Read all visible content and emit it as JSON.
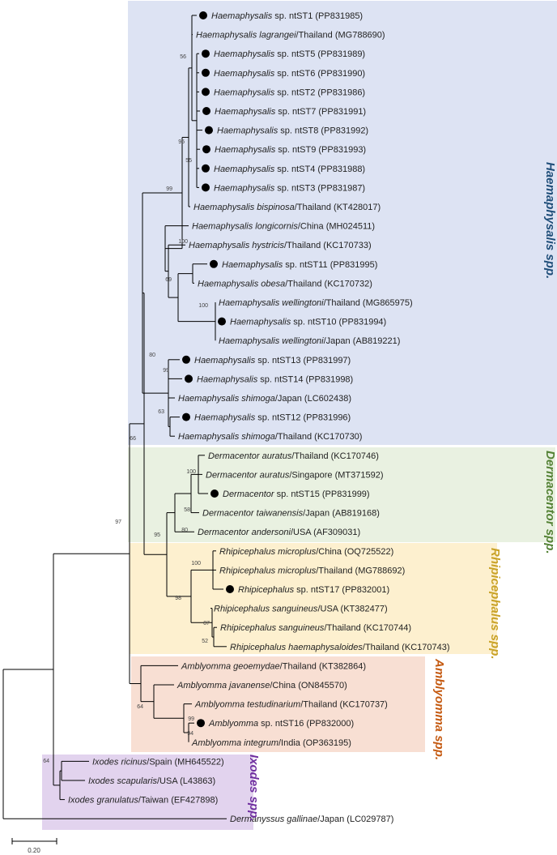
{
  "clades": [
    {
      "name": "Haemaphysalis",
      "suffix": " spp.",
      "color": "#1f4e79",
      "bg": "#dde3f3"
    },
    {
      "name": "Dermacentor",
      "suffix": " spp.",
      "color": "#548235",
      "bg": "#e9f1e1"
    },
    {
      "name": "Rhipicephalus",
      "suffix": " spp.",
      "color": "#c9a227",
      "bg": "#fdf0cf"
    },
    {
      "name": "Amblyomma",
      "suffix": " spp.",
      "color": "#c55a11",
      "bg": "#f8dfd3"
    },
    {
      "name": "Ixodes",
      "suffix": " spp.",
      "color": "#7030a0",
      "bg": "#e2d3ee"
    }
  ],
  "taxa": [
    {
      "g": "Haemaphysalis",
      "s": " sp.",
      "rest": " ntST1 (PP831985)",
      "dot": true
    },
    {
      "g": "Haemaphysalis lagrangei",
      "s": "",
      "rest": "/Thailand (MG788690)",
      "dot": false
    },
    {
      "g": "Haemaphysalis",
      "s": " sp.",
      "rest": " ntST5 (PP831989)",
      "dot": true
    },
    {
      "g": "Haemaphysalis",
      "s": " sp.",
      "rest": " ntST6 (PP831990)",
      "dot": true
    },
    {
      "g": "Haemaphysalis",
      "s": " sp.",
      "rest": " ntST2 (PP831986)",
      "dot": true
    },
    {
      "g": "Haemaphysalis",
      "s": " sp.",
      "rest": " ntST7 (PP831991)",
      "dot": true
    },
    {
      "g": "Haemaphysalis",
      "s": " sp.",
      "rest": " ntST8 (PP831992)",
      "dot": true
    },
    {
      "g": "Haemaphysalis",
      "s": " sp.",
      "rest": " ntST9 (PP831993)",
      "dot": true
    },
    {
      "g": "Haemaphysalis",
      "s": " sp.",
      "rest": " ntST4 (PP831988)",
      "dot": true
    },
    {
      "g": "Haemaphysalis",
      "s": " sp.",
      "rest": " ntST3 (PP831987)",
      "dot": true
    },
    {
      "g": "Haemaphysalis bispinosa",
      "s": "",
      "rest": "/Thailand (KT428017)",
      "dot": false
    },
    {
      "g": "Haemaphysalis longicornis",
      "s": "",
      "rest": "/China (MH024511)",
      "dot": false
    },
    {
      "g": "Haemaphysalis hystricis",
      "s": "",
      "rest": "/Thailand (KC170733)",
      "dot": false
    },
    {
      "g": "Haemaphysalis",
      "s": " sp.",
      "rest": " ntST11 (PP831995)",
      "dot": true
    },
    {
      "g": "Haemaphysalis obesa",
      "s": "",
      "rest": "/Thailand (KC170732)",
      "dot": false
    },
    {
      "g": "Haemaphysalis wellingtoni",
      "s": "",
      "rest": "/Thailand (MG865975)",
      "dot": false
    },
    {
      "g": "Haemaphysalis",
      "s": " sp.",
      "rest": " ntST10 (PP831994)",
      "dot": true
    },
    {
      "g": "Haemaphysalis wellingtoni",
      "s": "",
      "rest": "/Japan (AB819221)",
      "dot": false
    },
    {
      "g": "Haemaphysalis",
      "s": " sp.",
      "rest": " ntST13 (PP831997)",
      "dot": true
    },
    {
      "g": "Haemaphysalis",
      "s": " sp.",
      "rest": " ntST14 (PP831998)",
      "dot": true
    },
    {
      "g": "Haemaphysalis shimoga",
      "s": "",
      "rest": "/Japan (LC602438)",
      "dot": false
    },
    {
      "g": "Haemaphysalis",
      "s": " sp.",
      "rest": " ntST12 (PP831996)",
      "dot": true
    },
    {
      "g": "Haemaphysalis shimoga",
      "s": "",
      "rest": "/Thailand (KC170730)",
      "dot": false
    },
    {
      "g": "Dermacentor auratus",
      "s": "",
      "rest": "/Thailand (KC170746)",
      "dot": false
    },
    {
      "g": "Dermacentor auratus",
      "s": "",
      "rest": "/Singapore (MT371592)",
      "dot": false
    },
    {
      "g": "Dermacentor",
      "s": " sp.",
      "rest": " ntST15 (PP831999)",
      "dot": true
    },
    {
      "g": "Dermacentor taiwanensis",
      "s": "",
      "rest": "/Japan (AB819168)",
      "dot": false
    },
    {
      "g": "Dermacentor andersoni",
      "s": "",
      "rest": "/USA (AF309031)",
      "dot": false
    },
    {
      "g": "Rhipicephalus microplus",
      "s": "",
      "rest": "/China (OQ725522)",
      "dot": false
    },
    {
      "g": "Rhipicephalus microplus",
      "s": "",
      "rest": "/Thailand (MG788692)",
      "dot": false
    },
    {
      "g": "Rhipicephalus",
      "s": " sp.",
      "rest": " ntST17 (PP832001)",
      "dot": true
    },
    {
      "g": "Rhipicephalus sanguineus",
      "s": "",
      "rest": "/USA (KT382477)",
      "dot": false
    },
    {
      "g": "Rhipicephalus sanguineus",
      "s": "",
      "rest": "/Thailand (KC170744)",
      "dot": false
    },
    {
      "g": "Rhipicephalus haemaphysaloides",
      "s": "",
      "rest": "/Thailand (KC170743)",
      "dot": false
    },
    {
      "g": "Amblyomma geoemydae",
      "s": "",
      "rest": "/Thailand (KT382864)",
      "dot": false
    },
    {
      "g": "Amblyomma javanense",
      "s": "",
      "rest": "/China (ON845570)",
      "dot": false
    },
    {
      "g": "Amblyomma testudinarium",
      "s": "",
      "rest": "/Thailand (KC170737)",
      "dot": false
    },
    {
      "g": "Amblyomma",
      "s": " sp.",
      "rest": " ntST16 (PP832000)",
      "dot": true
    },
    {
      "g": "Amblyomma integrum",
      "s": "",
      "rest": "/India (OP363195)",
      "dot": false
    },
    {
      "g": "Ixodes ricinus",
      "s": "",
      "rest": "/Spain (MH645522)",
      "dot": false
    },
    {
      "g": "Ixodes scapularis",
      "s": "",
      "rest": "/USA (L43863)",
      "dot": false
    },
    {
      "g": "Ixodes granulatus",
      "s": "",
      "rest": "/Taiwan (EF427898)",
      "dot": false
    },
    {
      "g": "Dermanyssus gallinae",
      "s": "",
      "rest": "/Japan (LC029787)",
      "dot": false
    }
  ],
  "bootstrap": [
    "56",
    "95",
    "55",
    "99",
    "100",
    "69",
    "100",
    "80",
    "99",
    "63",
    "66",
    "100",
    "58",
    "80",
    "100",
    "98",
    "87",
    "52",
    "95",
    "97",
    "99",
    "94",
    "64",
    "64"
  ],
  "scale_bar": {
    "label": "0.20"
  }
}
